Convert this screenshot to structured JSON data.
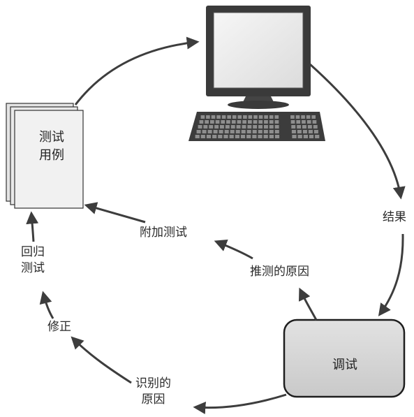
{
  "nodes": {
    "test_cases": [
      "测试",
      "用例"
    ],
    "debug": "调试"
  },
  "labels": {
    "results": "结果",
    "additional_tests": "附加测试",
    "suspected_causes": "推测的原因",
    "regression_tests": [
      "回归",
      "测试"
    ],
    "fix": "修正",
    "identified_causes": [
      "识别的",
      "原因"
    ]
  },
  "colors": {
    "arrow": "#3d3d3d",
    "box_fill": "#d6d6d6",
    "box_stroke": "#1e1e1e",
    "monitor_body": "#3a3a3a",
    "screen": "#eeeeee",
    "paper": "#f1f1f1"
  }
}
